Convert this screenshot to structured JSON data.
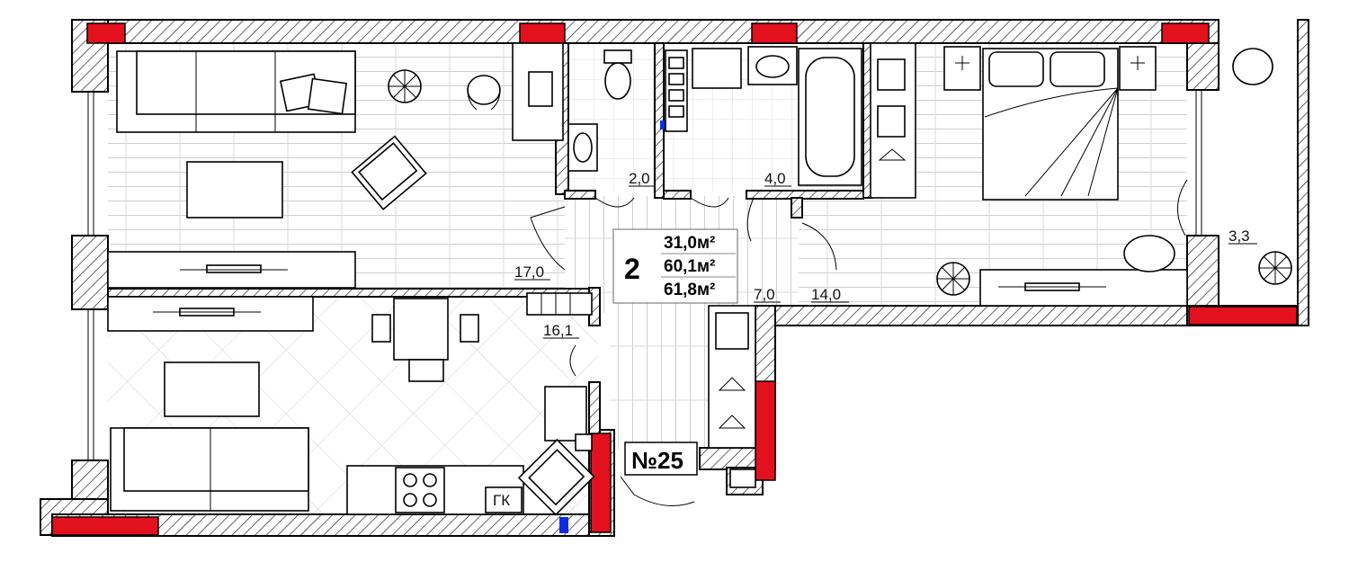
{
  "plan": {
    "rooms_count": "2",
    "areas": {
      "living": "31,0",
      "total": "60,1",
      "total_with_balcony": "61,8",
      "unit": "м²"
    },
    "apartment_number": "№25",
    "kitchen_label": "ГК",
    "room_areas": [
      {
        "id": "toilet",
        "area": "2,0"
      },
      {
        "id": "bathroom",
        "area": "4,0"
      },
      {
        "id": "balcony",
        "area": "3,3"
      },
      {
        "id": "living-room",
        "area": "17,0"
      },
      {
        "id": "kitchen",
        "area": "16,1"
      },
      {
        "id": "hall",
        "area": "7,0"
      },
      {
        "id": "bedroom",
        "area": "14,0"
      }
    ],
    "colors": {
      "wall_hatch": "#000000",
      "window": "#e3101d",
      "riser": "#0d2ee0"
    }
  }
}
